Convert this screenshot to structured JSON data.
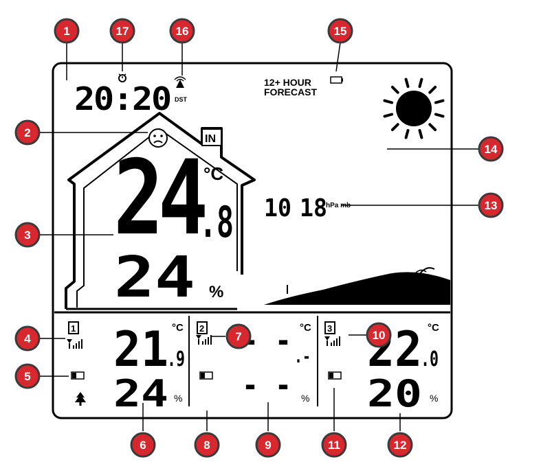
{
  "display": {
    "clock": "20:20",
    "dst": "DST",
    "forecast_line1": "12+ HOUR",
    "forecast_line2": "FORECAST",
    "indoor_label": "IN",
    "indoor_temp_int": "24",
    "indoor_temp_dec": ".8",
    "indoor_temp_unit": "°C",
    "indoor_humidity": "24",
    "indoor_humidity_unit": "%",
    "pressure_a": "10",
    "pressure_b": "18",
    "pressure_unit": "hPa mb"
  },
  "channels": [
    {
      "id": "1",
      "temp_int": "21",
      "temp_dec": ".9",
      "temp_unit": "°C",
      "humidity": "24",
      "humidity_unit": "%"
    },
    {
      "id": "2",
      "temp_int": "- -",
      "temp_dec": ".-",
      "temp_unit": "°C",
      "humidity": "- -",
      "humidity_unit": "%"
    },
    {
      "id": "3",
      "temp_int": "22",
      "temp_dec": ".0",
      "temp_unit": "°C",
      "humidity": "20",
      "humidity_unit": "%"
    }
  ],
  "callouts": [
    "1",
    "2",
    "3",
    "4",
    "5",
    "6",
    "7",
    "8",
    "9",
    "10",
    "11",
    "12",
    "13",
    "14",
    "15",
    "16",
    "17"
  ],
  "colors": {
    "callout_fill": "#d7282f",
    "callout_stroke": "#3a3a3a",
    "lcd": "#000000"
  },
  "icons": [
    "alarm-icon",
    "radio-signal-icon",
    "battery-icon",
    "sun-icon",
    "smiley-icon",
    "signal-bars-icon",
    "tree-icon",
    "landscape-icon"
  ]
}
